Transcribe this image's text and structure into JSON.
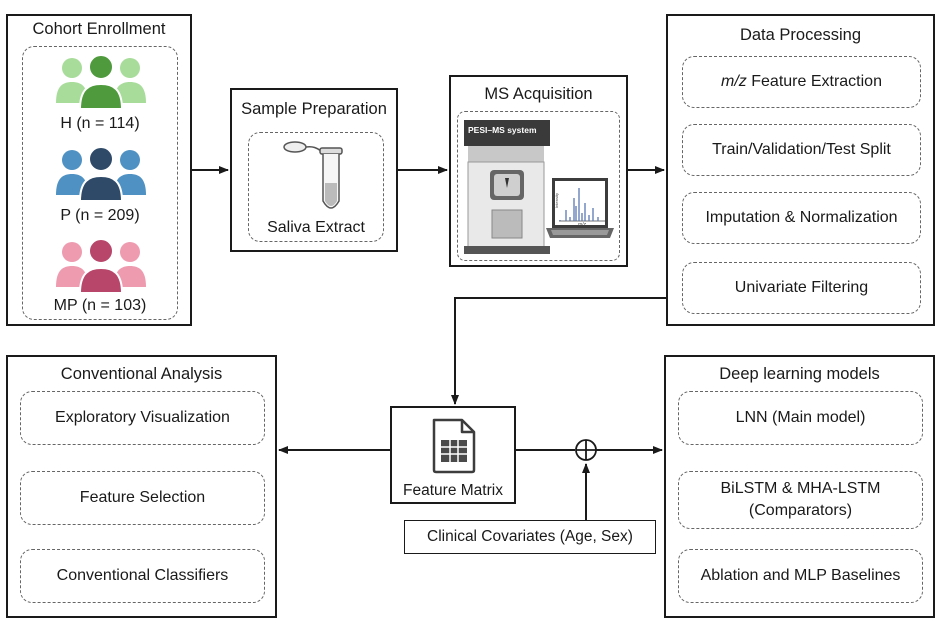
{
  "cohort": {
    "title": "Cohort Enrollment",
    "groups": [
      {
        "label": "H (n = 114)",
        "color_light": "#a8dc9a",
        "color_dark": "#4e9a3c"
      },
      {
        "label": "P (n = 209)",
        "color_light": "#4f91c3",
        "color_dark": "#2f4a68"
      },
      {
        "label": "MP (n = 103)",
        "color_light": "#ee9bb0",
        "color_dark": "#b8456a"
      }
    ]
  },
  "sample_prep": {
    "title": "Sample Preparation",
    "item": "Saliva Extract"
  },
  "ms": {
    "title": "MS Acquisition",
    "instrument_label": "PESI–MS system",
    "plot_ylabel": "Intensity",
    "plot_xlabel": "m/z"
  },
  "processing": {
    "title": "Data Processing",
    "steps": [
      {
        "em": "m/z",
        "text": " Feature Extraction"
      },
      {
        "em": "",
        "text": "Train/Validation/Test Split"
      },
      {
        "em": "",
        "text": "Imputation & Normalization"
      },
      {
        "em": "",
        "text": "Univariate Filtering"
      }
    ]
  },
  "conventional": {
    "title": "Conventional Analysis",
    "items": [
      "Exploratory Visualization",
      "Feature Selection",
      "Conventional Classifiers"
    ]
  },
  "feature_matrix": {
    "label": "Feature Matrix"
  },
  "covariates": {
    "label": "Clinical Covariates (Age, Sex)"
  },
  "deep": {
    "title": "Deep learning models",
    "items": [
      {
        "line1": "LNN (Main model)",
        "line2": ""
      },
      {
        "line1": "BiLSTM & MHA-LSTM",
        "line2": "(Comparators)"
      },
      {
        "line1": "Ablation and MLP Baselines",
        "line2": ""
      }
    ]
  }
}
